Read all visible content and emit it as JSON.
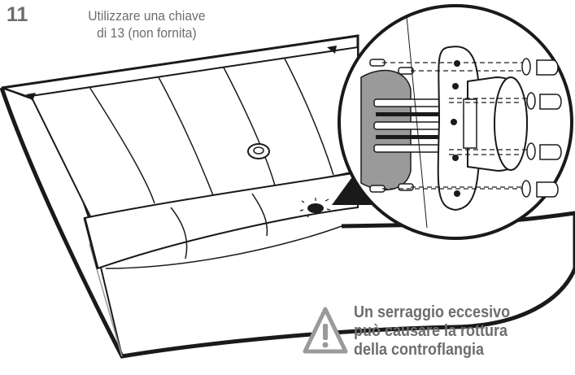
{
  "step": {
    "number": "11"
  },
  "instruction": {
    "lines": [
      "Utilizzare una chiave",
      "di 13 (non fornita)"
    ]
  },
  "warning": {
    "lines": [
      "Un serraggio eccesivo",
      "può causare la rottura",
      "della controflangia"
    ]
  },
  "colors": {
    "text": "#6d6d6d",
    "line": "#1a1a1a",
    "panel": "#ffffff",
    "shade": "#9a9a9a"
  },
  "icons": [
    "warning-triangle-icon"
  ]
}
